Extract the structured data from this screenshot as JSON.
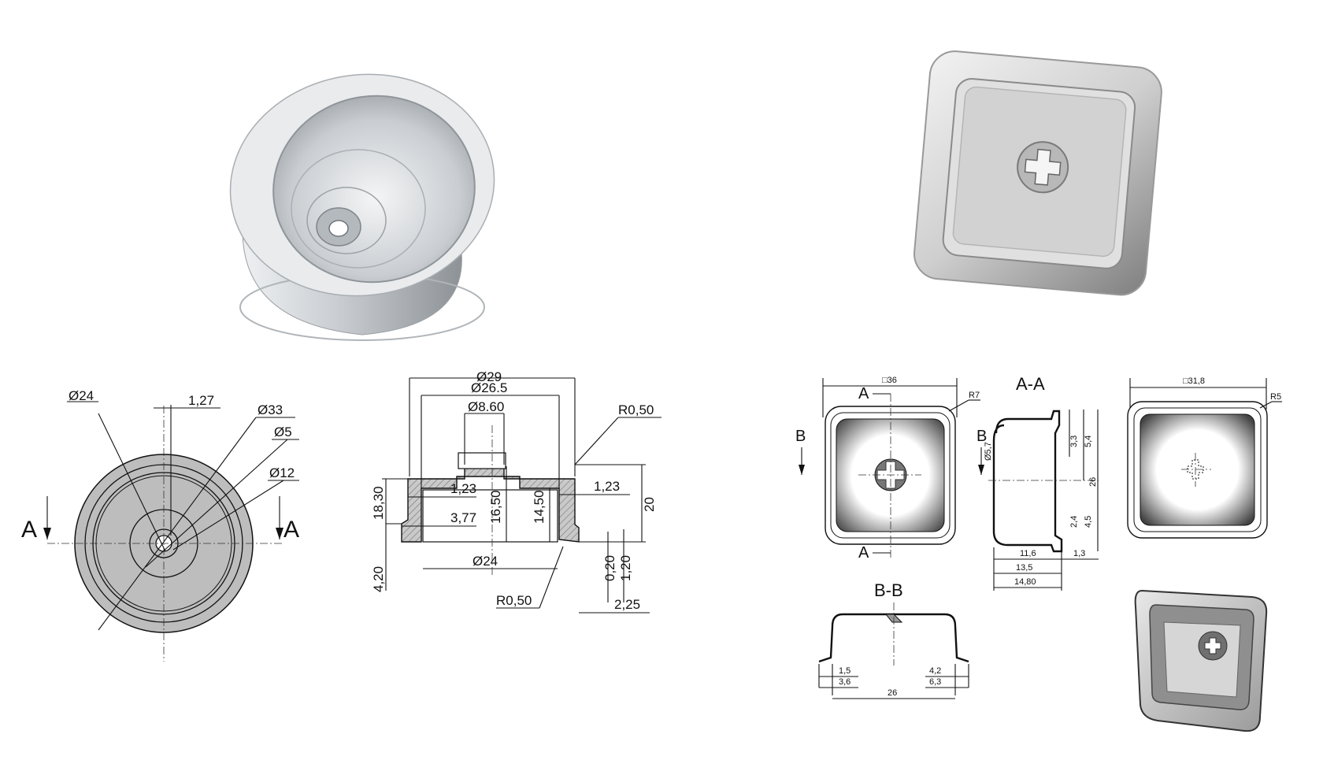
{
  "round_cup": {
    "photo": {
      "colors": {
        "light": "#eef0f2",
        "mid": "#c8ccd0",
        "dark": "#8d9296"
      }
    },
    "top_view": {
      "dims": {
        "d24": "Ø24",
        "d1_27": "1,27",
        "d33": "Ø33",
        "d5": "Ø5",
        "d12": "Ø12"
      },
      "section_marks": {
        "left": "A",
        "right": "A"
      },
      "fill_color": "#bdbdbd"
    },
    "section_view": {
      "dims": {
        "d29": "Ø29",
        "d26_5": "Ø26.5",
        "d8_60": "Ø8.60",
        "r050_top": "R0,50",
        "h18_30": "18,30",
        "h4_20": "4,20",
        "w1_23_left": "1,23",
        "w3_77": "3,77",
        "h16_50": "16,50",
        "h14_50": "14,50",
        "w1_23_right": "1,23",
        "h20": "20",
        "d24": "Ø24",
        "r050_bottom": "R0,50",
        "h0_20": "0,20",
        "h1_20": "1,20",
        "w2_25": "2,25"
      },
      "hatch_color": "#9a9a9a"
    }
  },
  "square_cup": {
    "photo": {
      "colors": {
        "light": "#f2f2f2",
        "mid": "#cfcfcf",
        "dark": "#7f7f7f"
      }
    },
    "front_view": {
      "dims": {
        "square36": "□36",
        "r7": "R7",
        "mark_a": "A",
        "mark_b": "B"
      }
    },
    "section_aa": {
      "title": "A-A",
      "dims": {
        "d5_7": "Ø5,7",
        "v3_3": "3,3",
        "v5_4": "5,4",
        "v26": "26",
        "v2_4": "2,4",
        "v4_5": "4,5",
        "h11_6": "11,6",
        "h1_3": "1,3",
        "h13_5": "13,5",
        "h14_80": "14,80"
      }
    },
    "back_view": {
      "dims": {
        "square31_8": "□31,8",
        "r5": "R5"
      }
    },
    "section_bb": {
      "title": "B-B",
      "dims": {
        "b1_5": "1,5",
        "b4_2": "4,2",
        "b3_6": "3,6",
        "b6_3": "6,3",
        "b26": "26"
      }
    }
  }
}
